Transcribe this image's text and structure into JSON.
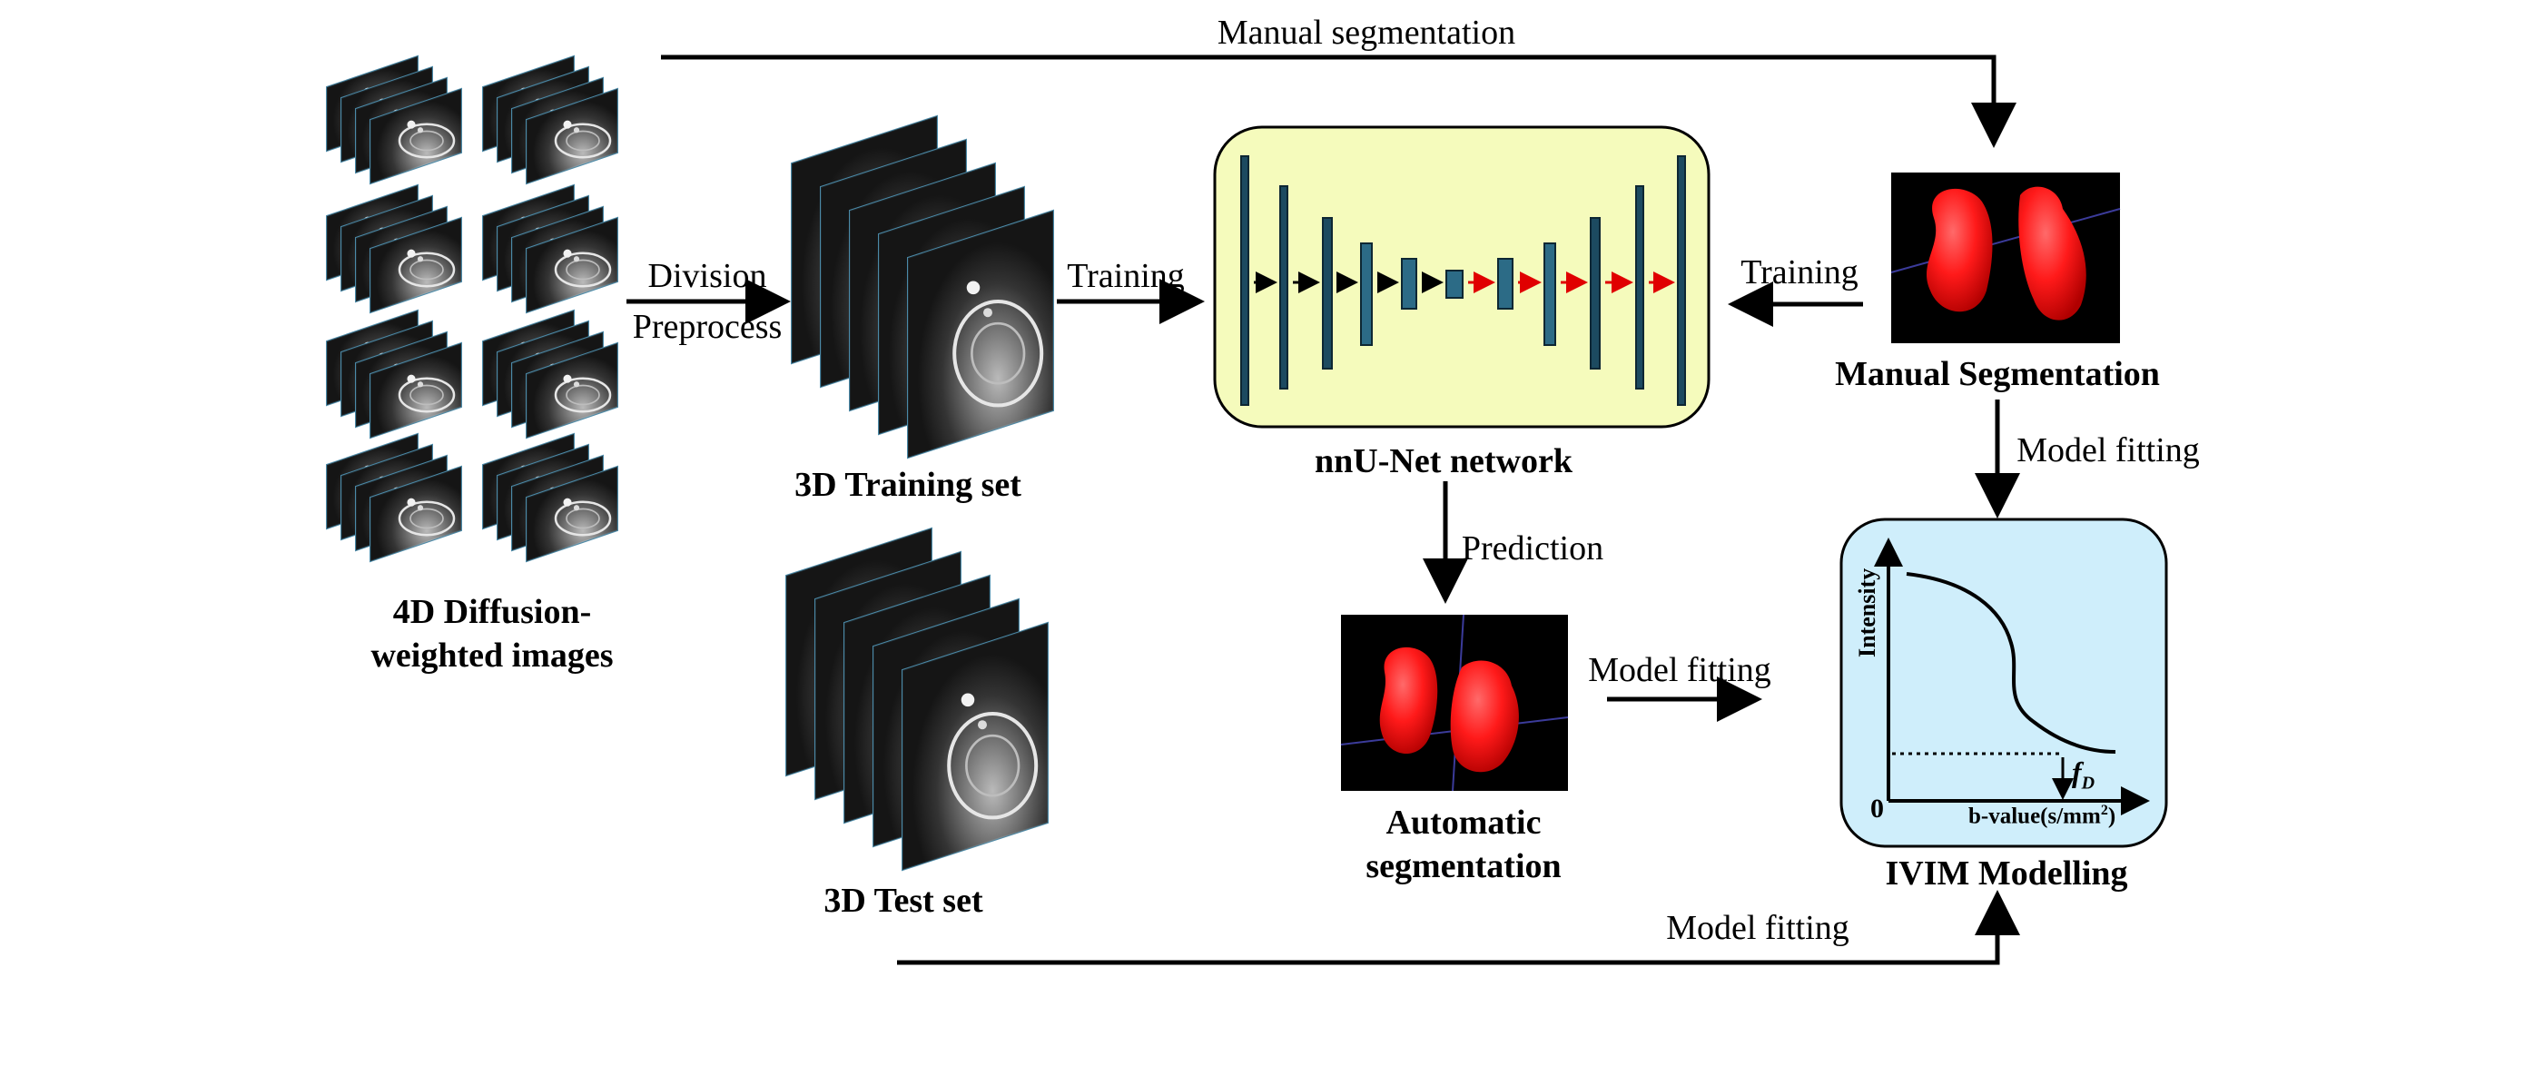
{
  "labels": {
    "manual_seg_top": "Manual segmentation",
    "division": "Division",
    "preprocess": "Preprocess",
    "training_left": "Training",
    "training_right": "Training",
    "dwi_line1": "4D Diffusion-",
    "dwi_line2": "weighted images",
    "training_set": "3D Training set",
    "test_set": "3D Test set",
    "nnunet": "nnU-Net network",
    "prediction": "Prediction",
    "manual_segmentation": "Manual Segmentation",
    "model_fitting_right": "Model fitting",
    "model_fitting_mid": "Model fitting",
    "model_fitting_bottom": "Model fitting",
    "auto_seg_line1": "Automatic",
    "auto_seg_line2": "segmentation",
    "ivim": "IVIM Modelling"
  },
  "ivim_plot": {
    "y_axis_label": "Intensity",
    "x_axis_label": "b-value(s/mm",
    "x_axis_sup": "2",
    "x_axis_close": ")",
    "origin": "0",
    "fd_letter": "f",
    "fd_sub": "D"
  },
  "colors": {
    "unet_box_fill": "#f5fbbc",
    "ivim_box_fill": "#cfeefb",
    "unet_layer": "#1c4a60",
    "unet_block": "#2c6b86",
    "skip_arrow": "#e00000",
    "segmentation_red": "#ff1a1a"
  }
}
